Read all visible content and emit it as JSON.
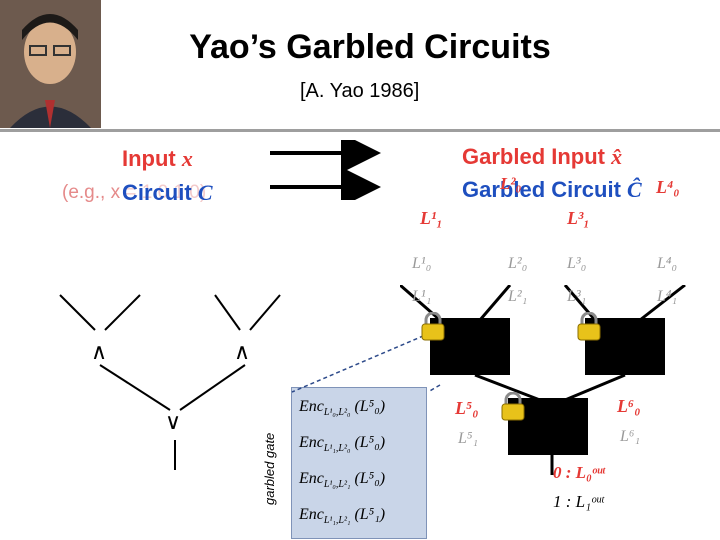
{
  "slide": {
    "title": "Yao’s Garbled Circuits",
    "citation": "[A. Yao 1986]"
  },
  "left_text": {
    "input_label": "Input",
    "input_var": "x",
    "example": "(e.g., x = 1 0 1 0)",
    "circuit_label": "Circuit",
    "circuit_var": "C"
  },
  "right_text": {
    "garbled_input_label": "Garbled Input",
    "garbled_input_var": "x̂",
    "garbled_circuit_label": "Garbled Circuit",
    "garbled_circuit_var": "Ĉ"
  },
  "circuit": {
    "and_gate_left": "∧",
    "and_gate_right": "∧",
    "or_gate": "∨"
  },
  "garbled_gate": {
    "caption": "garbled gate",
    "rows": [
      {
        "enc": "Enc",
        "keys": "L¹₀,L²₀",
        "payload": "(L⁵₀)"
      },
      {
        "enc": "Enc",
        "keys": "L¹₁,L²₀",
        "payload": "(L⁵₀)"
      },
      {
        "enc": "Enc",
        "keys": "L¹₀,L²₁",
        "payload": "(L⁵₀)"
      },
      {
        "enc": "Enc",
        "keys": "L¹₁,L²₁",
        "payload": "(L⁵₁)"
      }
    ]
  },
  "labels": {
    "L1_1_red": "L¹₁",
    "L3_1_red": "L³₁",
    "L2_0_red": "L²₀",
    "L4_0_red": "L⁴₀",
    "L1_0": "L¹₀",
    "L2_0": "L²₀",
    "L3_0": "L³₀",
    "L4_0": "L⁴₀",
    "L1_1": "L¹₁",
    "L2_1": "L²₁",
    "L3_1": "L³₁",
    "L4_1": "L⁴₁",
    "L5_0_red": "L⁵₀",
    "L5_1": "L⁵₁",
    "L6_0_red": "L⁶₀",
    "L6_1": "L⁶₁",
    "out_0": "0 : L₀ᵒᵘᵗ",
    "out_1": "1 : L₁ᵒᵘᵗ"
  },
  "colors": {
    "red": "#e53935",
    "blue": "#1e4fbf",
    "lock_gold": "#e8c21a",
    "enc_box": "#c9d5e8"
  }
}
